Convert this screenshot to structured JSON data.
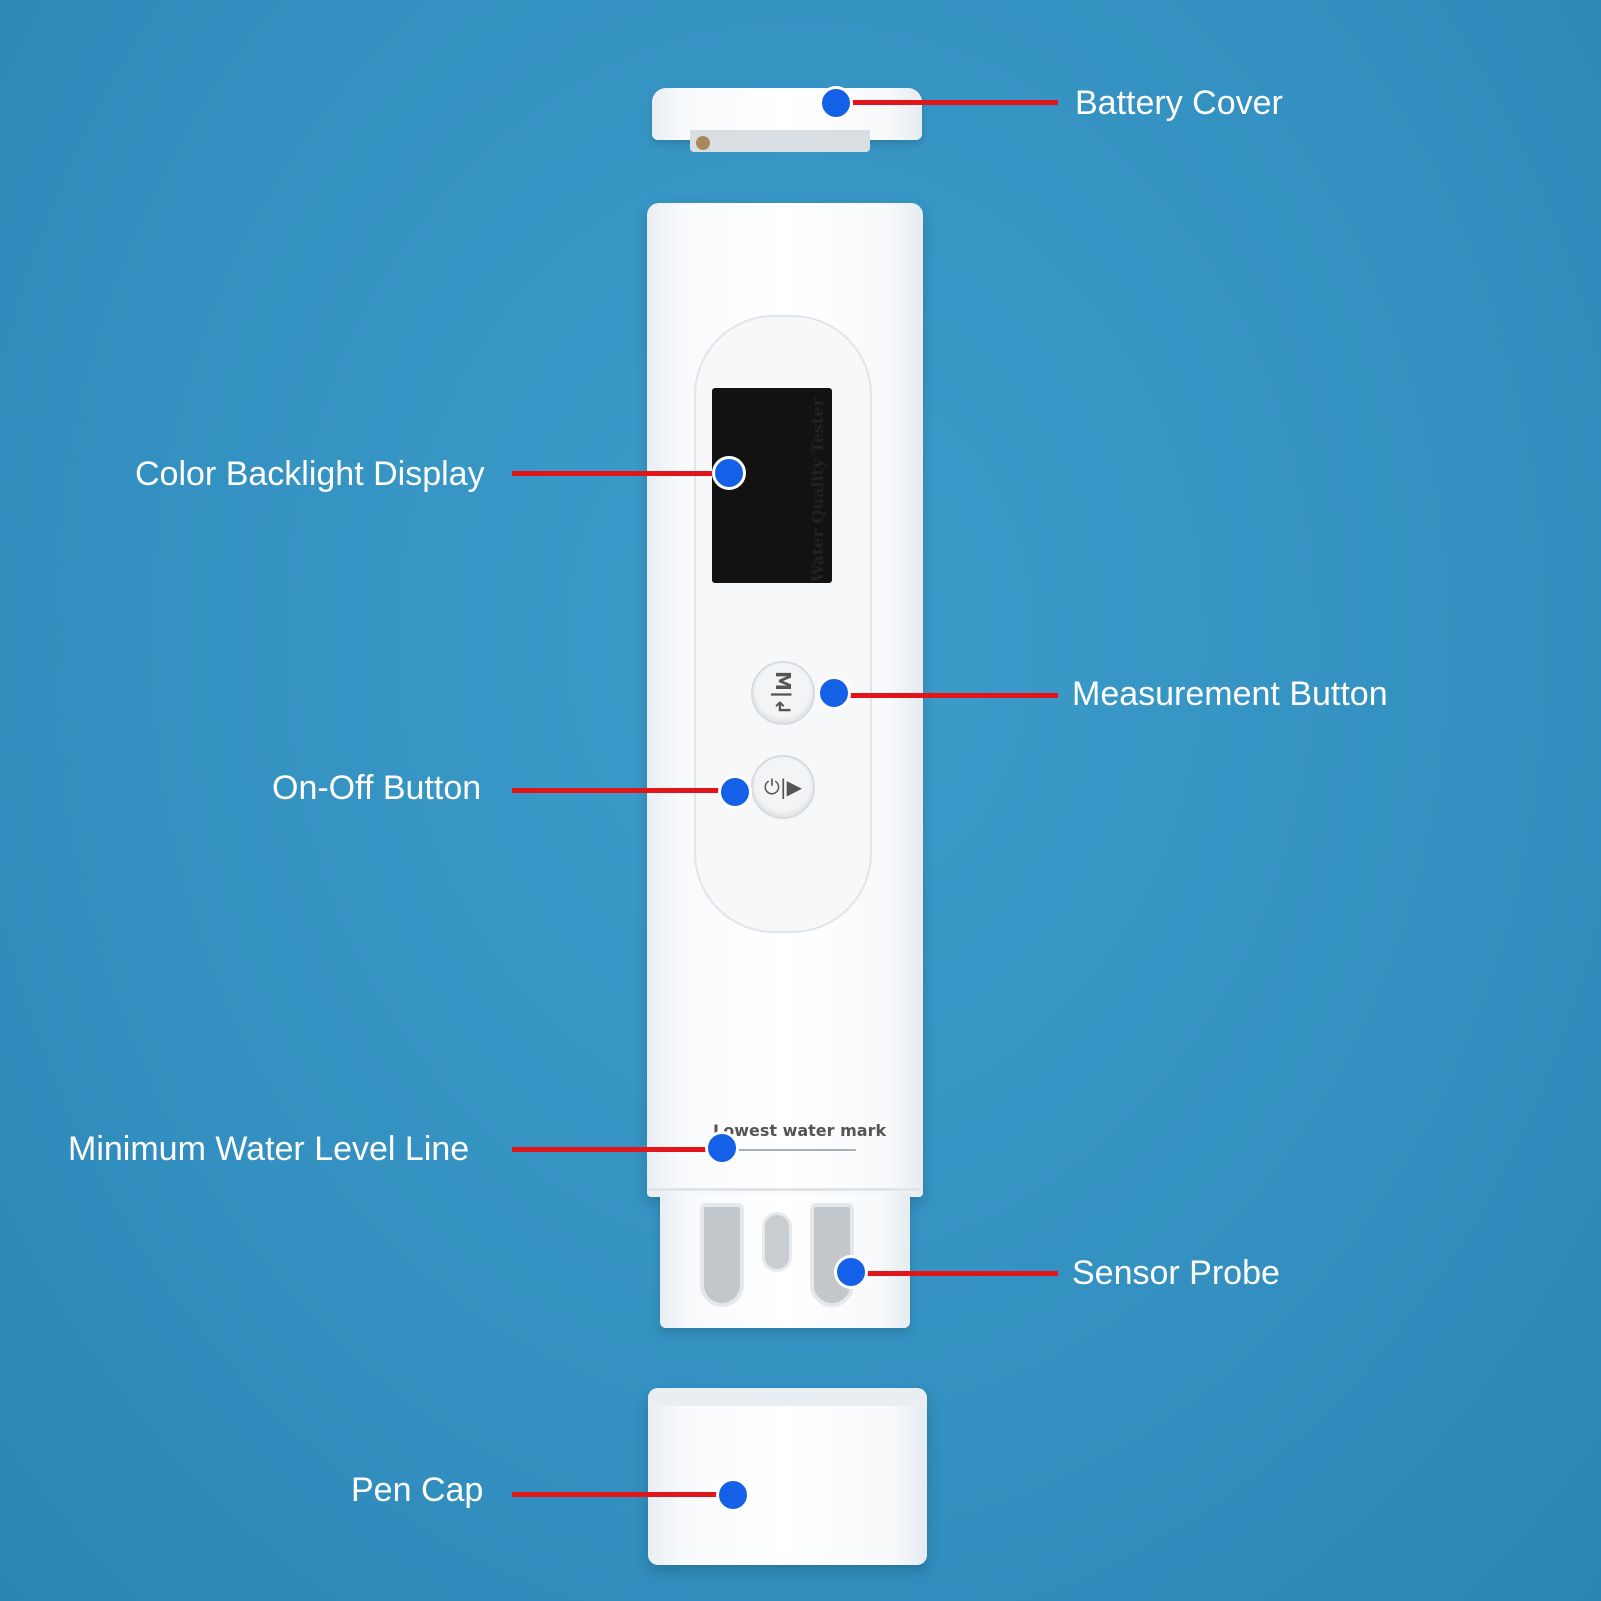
{
  "device": {
    "brand_text": "Water Quality Tester",
    "water_mark_text": "Lowest water mark",
    "measure_button_glyph": "M|↲",
    "power_button_glyph": "⏻|▶"
  },
  "callouts": [
    {
      "id": "battery-cover",
      "label": "Battery Cover"
    },
    {
      "id": "color-backlight-display",
      "label": "Color Backlight Display"
    },
    {
      "id": "measurement-button",
      "label": "Measurement Button"
    },
    {
      "id": "on-off-button",
      "label": "On-Off Button"
    },
    {
      "id": "minimum-water-level-line",
      "label": "Minimum Water Level Line"
    },
    {
      "id": "sensor-probe",
      "label": "Sensor Probe"
    },
    {
      "id": "pen-cap",
      "label": "Pen Cap"
    }
  ],
  "colors": {
    "background": "#3390c0",
    "leader_line": "#e4141b",
    "marker_dot": "#1460e6",
    "label_text": "#ffffff"
  }
}
